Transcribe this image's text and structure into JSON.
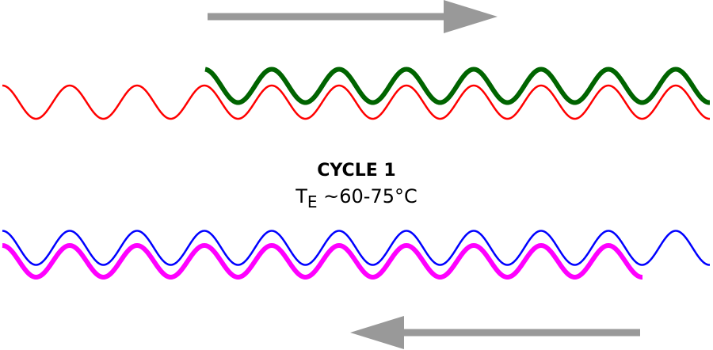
{
  "label": {
    "cycle": "CYCLE 1",
    "temp_prefix": "T",
    "temp_sub": "E",
    "temp_value": " ~60-75°C"
  },
  "colors": {
    "template_top": "#ff0000",
    "product_top": "#006400",
    "template_bottom": "#0000ff",
    "product_bottom": "#ff00ff",
    "arrow": "#999999"
  },
  "strands": [
    {
      "name": "top-template-strand",
      "color_key": "template_top"
    },
    {
      "name": "top-extension-strand",
      "color_key": "product_top"
    },
    {
      "name": "bottom-template-strand",
      "color_key": "template_bottom"
    },
    {
      "name": "bottom-extension-strand",
      "color_key": "product_bottom"
    }
  ],
  "arrows": [
    {
      "name": "forward-direction-arrow",
      "direction": "right"
    },
    {
      "name": "reverse-direction-arrow",
      "direction": "left"
    }
  ]
}
